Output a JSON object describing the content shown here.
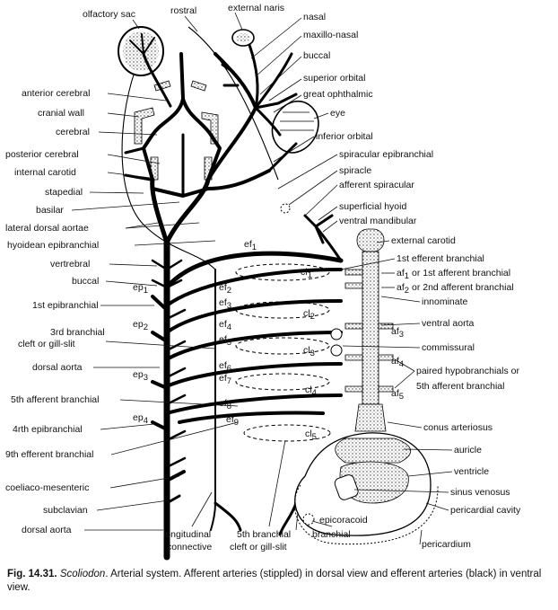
{
  "labels": {
    "olfactory_sac": "olfactory sac",
    "rostral": "rostral",
    "external_naris": "external naris",
    "nasal": "nasal",
    "maxillo_nasal": "maxillo-nasal",
    "buccal_top": "buccal",
    "superior_orbital": "superior orbital",
    "great_ophthalmic": "great ophthalmic",
    "eye": "eye",
    "anterior_cerebral": "anterior cerebral",
    "cranial_wall": "cranial wall",
    "cerebral": "cerebral",
    "inferior_orbital": "inferior orbital",
    "posterior_cerebral": "posterior cerebral",
    "spiracular_epibranchial": "spiracular epibranchial",
    "internal_carotid": "internal carotid",
    "spiracle": "spiracle",
    "afferent_spiracular": "afferent spiracular",
    "stapedial": "stapedial",
    "basilar": "basilar",
    "superficial_hyoid": "superficial hyoid",
    "lateral_dorsal_aortae": "lateral dorsal aortae",
    "ventral_mandibular": "ventral mandibular",
    "hyoidean_epibranchial": "hyoidean epibranchial",
    "external_carotid": "external carotid",
    "vertrebral": "vertrebral",
    "first_efferent_branchial": "1st efferent branchial",
    "buccal_left": "buccal",
    "af1_line": "af",
    "af1_sub": "1",
    "af1_rest": " or 1st afferent branchial",
    "af2_line": "af",
    "af2_sub": "2",
    "af2_rest": " or 2nd afferent branchial",
    "first_epibranchial": "1st epibranchial",
    "innominate": "innominate",
    "ventral_aorta": "ventral aorta",
    "third_branchial_cleft_1": "3rd branchial",
    "third_branchial_cleft_2": "cleft or gill-slit",
    "commissural": "commissural",
    "dorsal_aorta_mid": "dorsal aorta",
    "paired_hypobranchials_1": "paired hypobranchials or",
    "paired_hypobranchials_2": "5th afferent branchial",
    "fifth_afferent_branchial": "5th afferent branchial",
    "conus_arteriosus": "conus arteriosus",
    "fourth_epibranchial": "4rth epibranchial",
    "auricle": "auricle",
    "ninth_efferent_branchial": "9th efferent branchial",
    "ventricle": "ventricle",
    "sinus_venosus": "sinus venosus",
    "coeliaco_mesenteric": "coeliaco-mesenteric",
    "pericardial_cavity": "pericardial cavity",
    "subclavian": "subclavian",
    "epicoracoid": "epicoracoid",
    "dorsal_aorta_bottom": "dorsal aorta",
    "pericardium": "pericardium",
    "longitudinal_connective_1": "longitudinal",
    "longitudinal_connective_2": "connective",
    "fifth_branchial_cleft_1": "5th branchial",
    "fifth_branchial_cleft_2": "cleft or gill-slit",
    "branchial": "branchial"
  },
  "inline_marks": {
    "ef": "ef",
    "ep": "ep",
    "af": "af",
    "cl": "cl",
    "ef1": "1",
    "ef2": "2",
    "ef3": "3",
    "ef4": "4",
    "ef5": "5",
    "ef6": "6",
    "ef7": "7",
    "ef8": "8",
    "ef9": "9",
    "ep1": "1",
    "ep2": "2",
    "ep3": "3",
    "ep4": "4",
    "af3": "3",
    "af4": "4",
    "af5": "5",
    "cl1": "1",
    "cl2": "2",
    "cl3": "3",
    "cl4": "4",
    "cl5": "5"
  },
  "caption": {
    "fig_no": "Fig. 14.31.",
    "genus": "Scoliodon",
    "text": ". Arterial system. Afferent arteries (stippled) in dorsal view and efferent arteries (black) in ventral view."
  }
}
